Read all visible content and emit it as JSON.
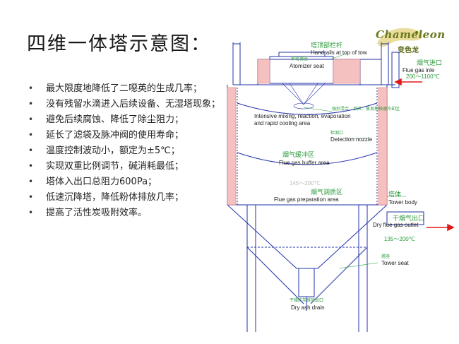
{
  "title": "四维一体塔示意图：",
  "bullets": [
    "最大限度地降低了二噁英的生成几率；",
    "没有残留水滴进入后续设备、无湿塔现象；",
    "避免后续腐蚀、降低了除尘阻力；",
    "延长了滤袋及脉冲阀的使用寿命；",
    "温度控制波动小，额定为±5℃；",
    "实现双重比例调节，碱消耗最低；",
    "塔体入出口总阻力600Pa；",
    "低速沉降塔，降低粉体排放几率；",
    "提高了活性炭吸附效率。"
  ],
  "logo": {
    "name": "Chameleon",
    "sub": "变色龙"
  },
  "diagram": {
    "handrails_cn": "塔顶部栏杆",
    "handrails_en": "Handrails at top of tow",
    "atomizer_cn": "雾化器座",
    "atomizer_en": "Atomizer seat",
    "inlet_cn": "烟气进口",
    "inlet_en": "Flue gas inle",
    "inlet_temp": "200～1100℃",
    "mixing_cn": "强烈混合、反应、蒸发和快速冷却区",
    "mixing_en1": "Intensive mixing, reaction, evaporation",
    "mixing_en2": "and rapid cooling area",
    "nozzle_cn": "检测口",
    "nozzle_en": "Detection nozzle",
    "buffer_cn": "烟气缓冲区",
    "buffer_en": "Flue gas buffer area",
    "buffer_temp": "145～200℃",
    "prep_cn": "烟气调质区",
    "prep_en": "Flue gas preparation area",
    "body_cn": "塔体",
    "body_en": "Tower body",
    "outlet_cn": "干烟气出口",
    "outlet_en": "Dry flue gas outlet",
    "outlet_temp": "135～200℃",
    "seat_cn": "塔座",
    "seat_en": "Tower seat",
    "drain_cn": "干燥的灰排放出口",
    "drain_en": "Dry ash drain"
  },
  "colors": {
    "outline": "#2233aa",
    "insulation": "#e07a7a",
    "label_green": "#2a9a3a",
    "red_arrow": "#e01818",
    "cn_label": "#1a8a2a"
  }
}
